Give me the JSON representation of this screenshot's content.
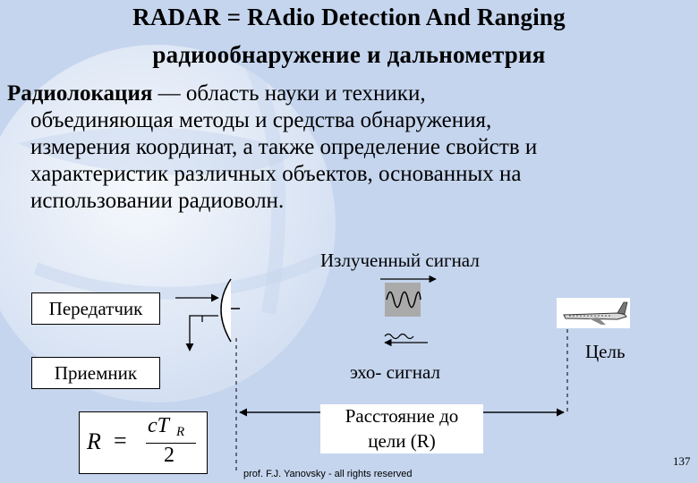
{
  "header": {
    "title_en": "RADAR = RAdio Detection And Ranging",
    "title_ru": "радиообнаружение и дальнометрия"
  },
  "definition": {
    "term": "Радиолокация",
    "lines": [
      " — область науки и техники,",
      "объединяющая методы и средства обнаружения,",
      "измерения координат, а также определение свойств и",
      "характеристик различных объектов, основанных на",
      "использовании радиоволн."
    ]
  },
  "diagram": {
    "transmitter": "Передатчик",
    "receiver": "Приемник",
    "emitted_signal": "Излученный сигнал",
    "echo_signal": "эхо- сигнал",
    "target": "Цель",
    "distance_line1": "Расстояние до",
    "distance_line2": "цели (R)"
  },
  "formula": {
    "lhs": "R",
    "eq": "=",
    "numerator": "cT",
    "subscript": "R",
    "denominator": "2"
  },
  "footer": {
    "credit": "prof. F.J. Yanovsky - all rights reserved",
    "page": "137"
  }
}
